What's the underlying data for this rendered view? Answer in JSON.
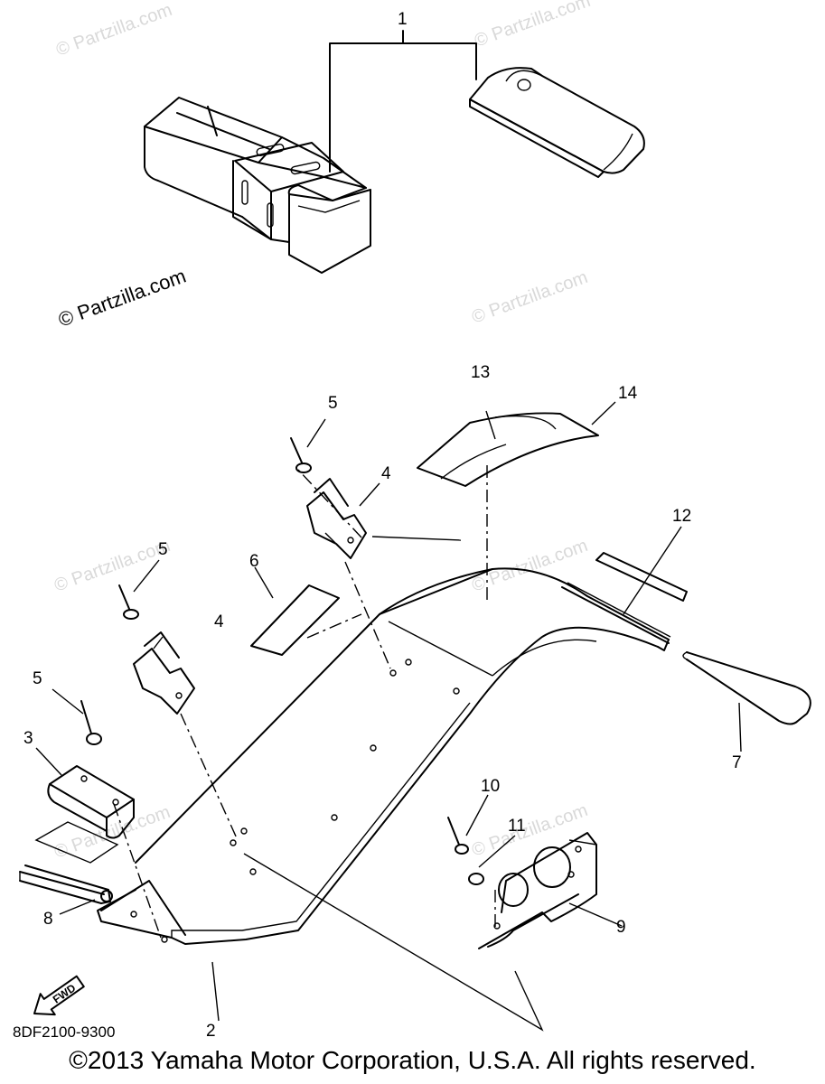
{
  "watermark": {
    "text": "© Partzilla.com"
  },
  "diagram_code": "8DF2100-9300",
  "fwd_label": "FWD",
  "copyright": "©2013 Yamaha Motor Corporation, U.S.A. All rights reserved.",
  "callouts": {
    "c1": "1",
    "c2": "2",
    "c3": "3",
    "c4a": "4",
    "c4b": "4",
    "c5a": "5",
    "c5b": "5",
    "c5c": "5",
    "c6": "6",
    "c7": "7",
    "c8": "8",
    "c9": "9",
    "c10": "10",
    "c11": "11",
    "c12": "12",
    "c13": "13",
    "c14": "14"
  }
}
